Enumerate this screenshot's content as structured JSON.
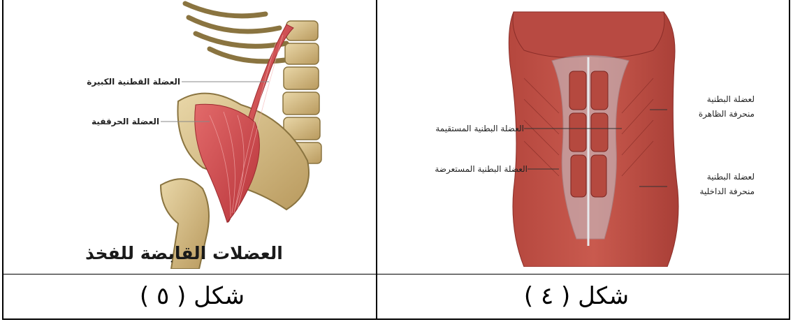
{
  "figures": {
    "left": {
      "caption": "شكل ( ٥ )",
      "title": "العضلات القابضة للفخذ",
      "labels": {
        "psoas": "العضلة القطنية الكبيرة",
        "iliacus": "العضلة الحرقفية"
      }
    },
    "right": {
      "caption": "شكل ( ٤ )",
      "labels": {
        "rectus": "العضلة البطنية المستقيمة",
        "transverse": "العضلة البطنية المستعرضة",
        "external_oblique_1": "لعضلة البطنية",
        "external_oblique_2": "منحرفة الظاهرة",
        "internal_oblique_1": "لعضلة البطنية",
        "internal_oblique_2": "منحرفة الداخلية"
      }
    }
  }
}
